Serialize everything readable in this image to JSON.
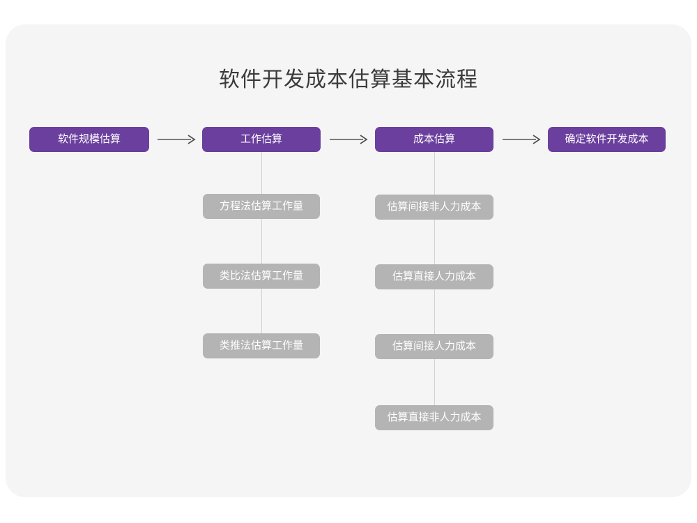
{
  "diagram": {
    "title": "软件开发成本估算基本流程",
    "colors": {
      "page_background": "#ffffff",
      "card_background": "#f5f5f5",
      "primary_node": "#6b3f9e",
      "secondary_node": "#b4b4b4",
      "node_text": "#ffffff",
      "title_text": "#3b3b3b",
      "connector_line": "#d2d2d2",
      "arrow": "#555555"
    },
    "main_flow": [
      {
        "id": "p0",
        "label": "软件规模估算"
      },
      {
        "id": "p1",
        "label": "工作估算"
      },
      {
        "id": "p2",
        "label": "成本估算"
      },
      {
        "id": "p3",
        "label": "确定软件开发成本"
      }
    ],
    "arrows": [
      {
        "id": "arrow-0",
        "glyph": "arrow-right-icon",
        "from": "软件规模估算",
        "to": "工作估算"
      },
      {
        "id": "arrow-1",
        "glyph": "arrow-right-icon",
        "from": "工作估算",
        "to": "成本估算"
      },
      {
        "id": "arrow-2",
        "glyph": "arrow-right-icon",
        "from": "成本估算",
        "to": "确定软件开发成本"
      }
    ],
    "branches": [
      {
        "id": "left-branch",
        "parent": "工作估算",
        "items": [
          {
            "id": "a0",
            "label": "方程法估算工作量"
          },
          {
            "id": "a1",
            "label": "类比法估算工作量"
          },
          {
            "id": "a2",
            "label": "类推法估算工作量"
          }
        ]
      },
      {
        "id": "right-branch",
        "parent": "成本估算",
        "items": [
          {
            "id": "b0",
            "label": "估算间接非人力成本"
          },
          {
            "id": "b1",
            "label": "估算直接人力成本"
          },
          {
            "id": "b2",
            "label": "估算间接人力成本"
          },
          {
            "id": "b3",
            "label": "估算直接非人力成本"
          }
        ]
      }
    ]
  }
}
